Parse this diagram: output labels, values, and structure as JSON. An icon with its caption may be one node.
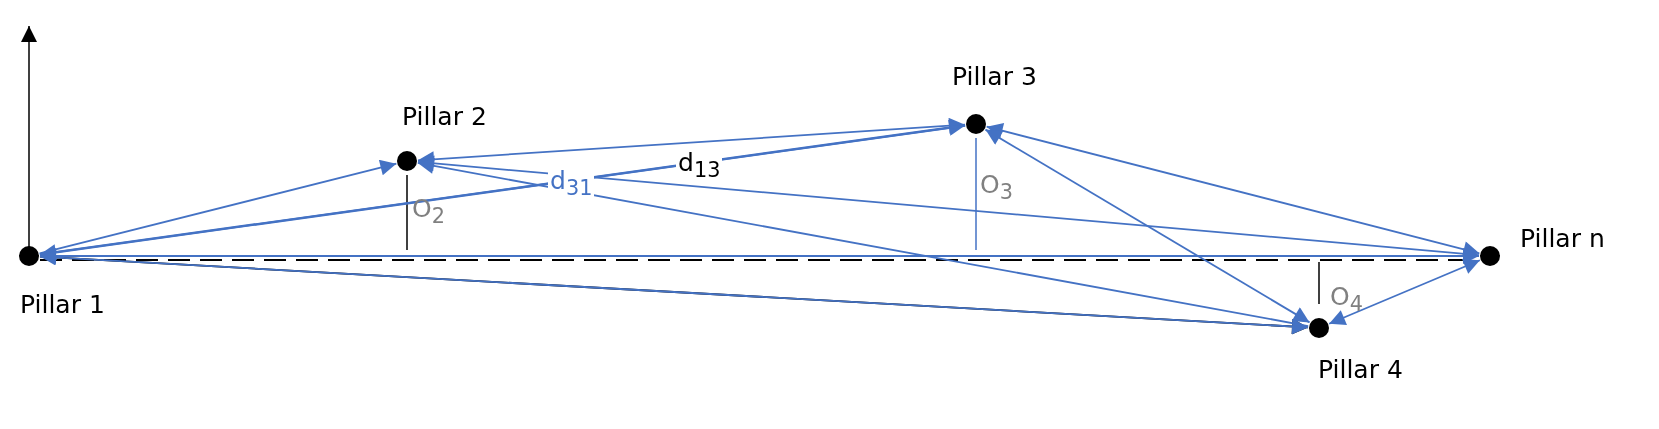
{
  "diagram": {
    "nodes": [
      {
        "text": [],
        "shape": "circle",
        "beside": [
          "Pillar 1"
        ]
      },
      {
        "text": [],
        "shape": "circle",
        "beside": [
          "Pillar 2"
        ]
      },
      {
        "text": [],
        "shape": "circle",
        "beside": [
          "Pillar 3"
        ]
      },
      {
        "text": [],
        "shape": "circle",
        "beside": [
          "Pillar n"
        ]
      },
      {
        "text": [],
        "shape": "circle",
        "beside": [
          "Pillar 4"
        ]
      }
    ],
    "edges": [
      {
        "from": 0,
        "to": 1,
        "arrow": "to"
      },
      {
        "from": 1,
        "to": 2,
        "arrow": "both"
      },
      {
        "from": 0,
        "to": 2,
        "arrow": "to",
        "label": "d$_{13}$"
      },
      {
        "from": 2,
        "to": 0,
        "arrow": "to",
        "label": "d$_{31}$"
      },
      {
        "from": 3,
        "to": 1,
        "arrow": "to"
      },
      {
        "from": 4,
        "to": 1,
        "arrow": "to"
      },
      {
        "from": 2,
        "to": 3,
        "arrow": "both"
      },
      {
        "from": 2,
        "to": 4,
        "arrow": "both"
      },
      {
        "from": 4,
        "to": 3,
        "arrow": "both"
      },
      {
        "from": 0,
        "to": 3,
        "arrow": "both"
      },
      {
        "from": 0,
        "to": 4,
        "arrow": "both"
      },
      {
        "from": 0,
        "to": 4,
        "arrow": "to",
        "color": "#000000"
      },
      {
        "from": 0,
        "to": 3,
        "arrow": "none",
        "style": "dashed",
        "color": "#000000"
      }
    ],
    "labels": [
      "O$_{2}$",
      "O$_{3}$",
      "O$_{4}$"
    ]
  }
}
